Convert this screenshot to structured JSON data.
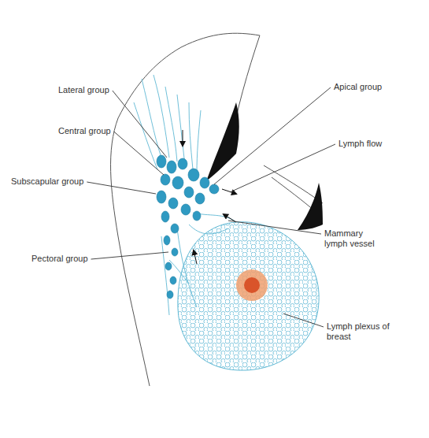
{
  "diagram": {
    "labels": [
      "Lateral group",
      "Apical group",
      "Central group",
      "Lymph flow",
      "Subscapular group",
      "Mammary lymph vessel",
      "Pectoral group",
      "Lymph plexus of breast"
    ]
  }
}
